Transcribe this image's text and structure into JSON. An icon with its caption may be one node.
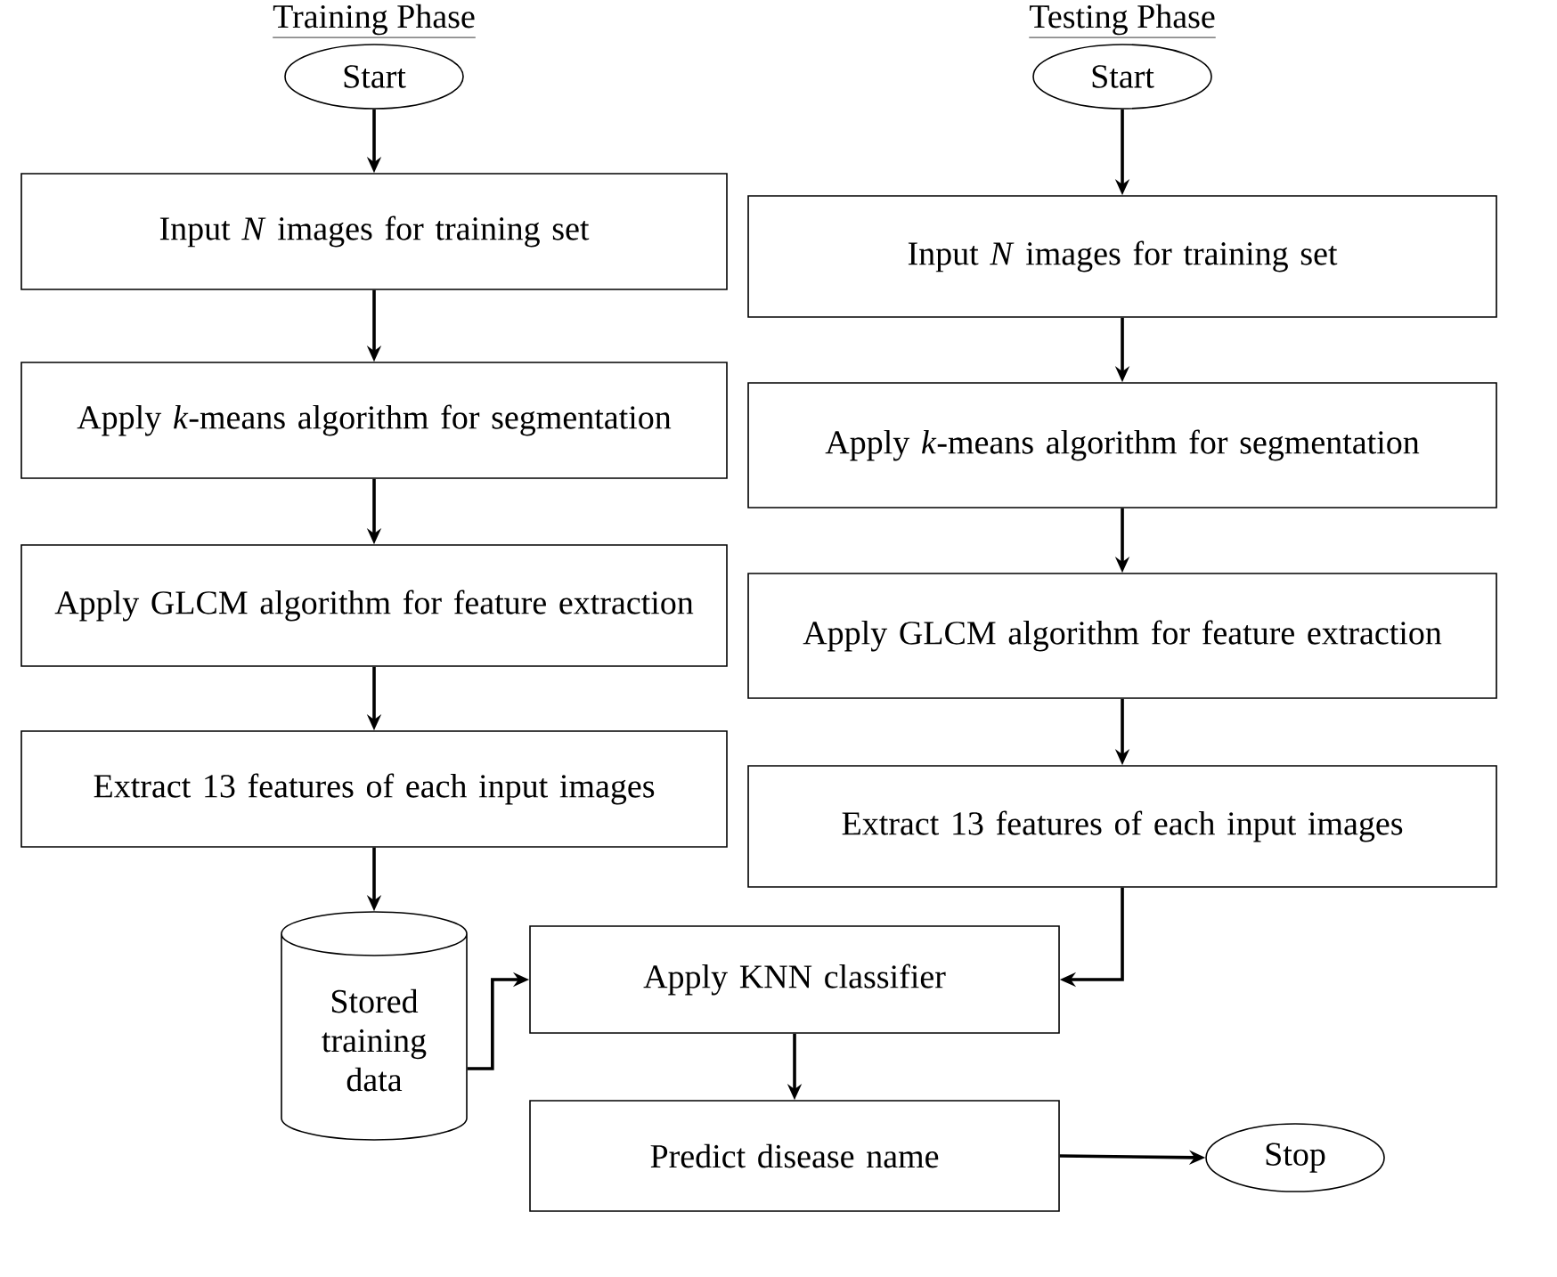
{
  "diagram": {
    "nodes": [
      {
        "text": [
          "Start"
        ]
      },
      {
        "text": [
          "Input *N* images for training set"
        ]
      },
      {
        "text": [
          "Apply *k*-means algorithm for segmentation"
        ]
      },
      {
        "text": [
          "Apply GLCM algorithm for feature extraction"
        ]
      },
      {
        "text": [
          "Extract 13 features of each input images"
        ]
      },
      {
        "text": [
          "Stored training data"
        ]
      },
      {
        "text": [
          "Start"
        ]
      },
      {
        "text": [
          "Input *N* images for training set"
        ]
      },
      {
        "text": [
          "Apply *k*-means algorithm for segmentation"
        ]
      },
      {
        "text": [
          "Apply GLCM algorithm for feature extraction"
        ]
      },
      {
        "text": [
          "Extract 13 features of each input images"
        ]
      },
      {
        "text": [
          "Apply KNN classifier"
        ]
      },
      {
        "text": [
          "Predict disease name"
        ]
      },
      {
        "text": [
          "Stop"
        ]
      }
    ],
    "edges": [
      {
        "from": 0,
        "to": 1,
        "arrow": "to"
      },
      {
        "from": 1,
        "to": 2,
        "arrow": "to"
      },
      {
        "from": 2,
        "to": 3,
        "arrow": "to"
      },
      {
        "from": 3,
        "to": 4,
        "arrow": "to"
      },
      {
        "from": 4,
        "to": 5,
        "arrow": "to"
      },
      {
        "from": 6,
        "to": 7,
        "arrow": "to"
      },
      {
        "from": 7,
        "to": 8,
        "arrow": "to"
      },
      {
        "from": 8,
        "to": 9,
        "arrow": "to"
      },
      {
        "from": 9,
        "to": 10,
        "arrow": "to"
      },
      {
        "from": 5,
        "to": 11,
        "arrow": "to"
      },
      {
        "from": 10,
        "to": 11,
        "arrow": "to"
      },
      {
        "from": 11,
        "to": 12,
        "arrow": "to"
      },
      {
        "from": 12,
        "to": 13,
        "arrow": "to"
      }
    ],
    "labels": [
      "Training Phase",
      "Testing Phase"
    ]
  }
}
